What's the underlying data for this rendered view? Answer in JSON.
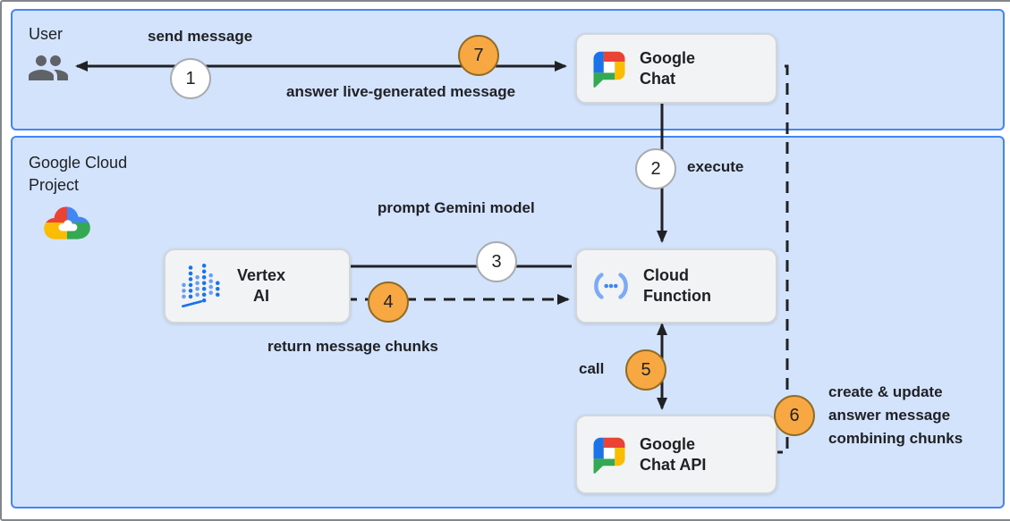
{
  "panels": {
    "user": {
      "title": "User"
    },
    "gcp": {
      "title_line1": "Google Cloud",
      "title_line2": "Project"
    }
  },
  "nodes": {
    "google_chat": {
      "line1": "Google",
      "line2": "Chat"
    },
    "vertex_ai": {
      "line1": "Vertex",
      "line2": "AI"
    },
    "cloud_function": {
      "line1": "Cloud",
      "line2": "Function"
    },
    "google_chat_api": {
      "line1": "Google",
      "line2": "Chat API"
    }
  },
  "labels": {
    "send_message": "send message",
    "answer": "answer live-generated message",
    "execute": "execute",
    "prompt": "prompt Gemini model",
    "return_chunks": "return message chunks",
    "call": "call",
    "create_update_line1": "create & update",
    "create_update_line2": "answer message",
    "create_update_line3": "combining chunks"
  },
  "steps": {
    "1": "1",
    "2": "2",
    "3": "3",
    "4": "4",
    "5": "5",
    "6": "6",
    "7": "7"
  },
  "icons": {
    "user": "people-icon",
    "google_chat": "google-chat-logo",
    "google_cloud": "google-cloud-logo",
    "vertex_ai": "vertex-ai-logo",
    "cloud_function": "cloud-functions-icon"
  },
  "colors": {
    "panel_fill": "#d3e3fc",
    "panel_border": "#4285f4",
    "node_fill": "#f1f3f4",
    "node_border": "#d3d6d9",
    "badge_orange": "#f7a843",
    "badge_white": "#ffffff",
    "arrow": "#202124",
    "google_blue": "#4285f4",
    "google_red": "#ea4335",
    "google_yellow": "#fbbc04",
    "google_green": "#34a853"
  }
}
